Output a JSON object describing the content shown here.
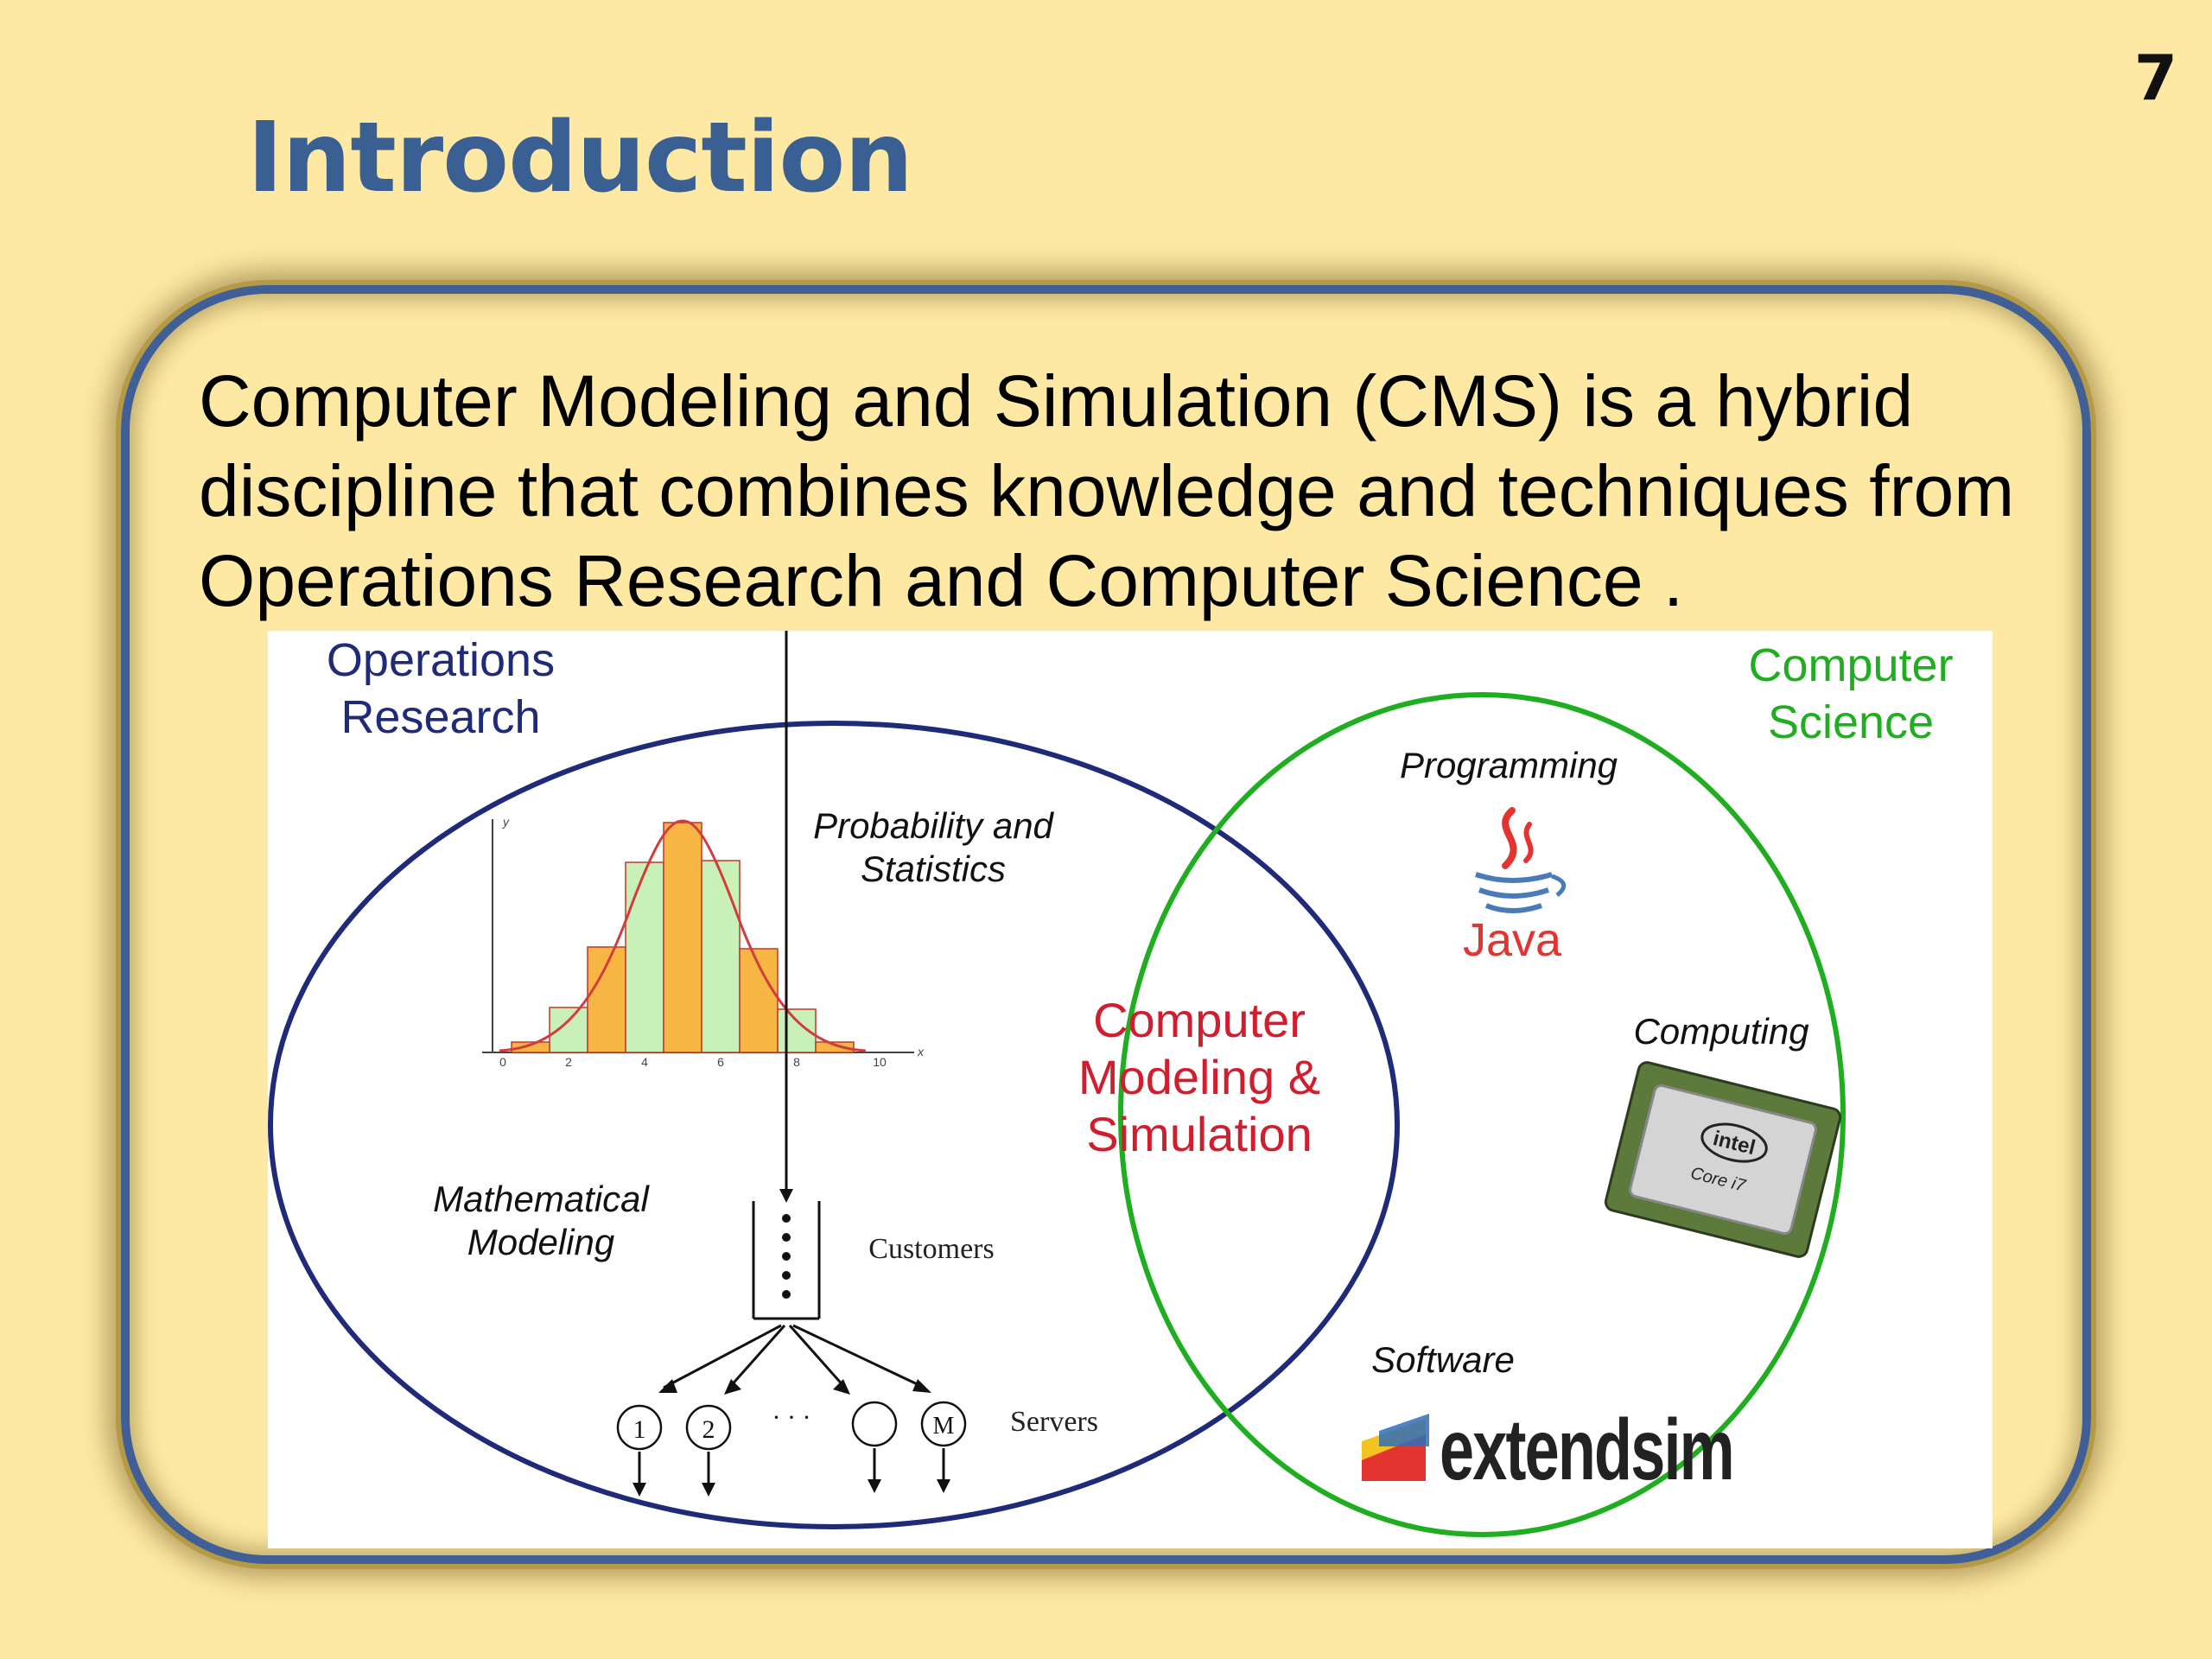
{
  "slide": {
    "page_number": "7",
    "title": "Introduction",
    "intro_lines": [
      "Computer Modeling and Simulation (CMS) is a hybrid",
      "discipline that combines knowledge and techniques from",
      "Operations Research and Computer Science  ."
    ]
  },
  "diagram": {
    "or_label": [
      "Operations",
      "Research"
    ],
    "cs_label": [
      "Computer",
      "Science"
    ],
    "center_label": [
      "Computer",
      "Modeling &",
      "Simulation"
    ],
    "prob_label": [
      "Probability and",
      "Statistics"
    ],
    "math_label": [
      "Mathematical",
      "Modeling"
    ],
    "programming_label": "Programming",
    "computing_label": "Computing",
    "software_label": "Software",
    "java_text": "Java",
    "intel_text": "intel",
    "core_text": "Core i7",
    "extendsim_text": "extendsim",
    "histogram": {
      "y_axis_letter": "y",
      "x_axis_letter": "x",
      "x_ticks": [
        "0",
        "2",
        "4",
        "6",
        "8",
        "10"
      ]
    },
    "queue": {
      "customers_label": "Customers",
      "servers_label": "Servers",
      "server_1": "1",
      "server_2": "2",
      "ellipsis": "· · ·",
      "server_m": "M"
    },
    "colors": {
      "or_circle": "#1f2a78",
      "cs_circle": "#1fae1f",
      "center_text": "#d01e2e",
      "or_text": "#1f2a78",
      "cs_text": "#1fae1f"
    }
  }
}
